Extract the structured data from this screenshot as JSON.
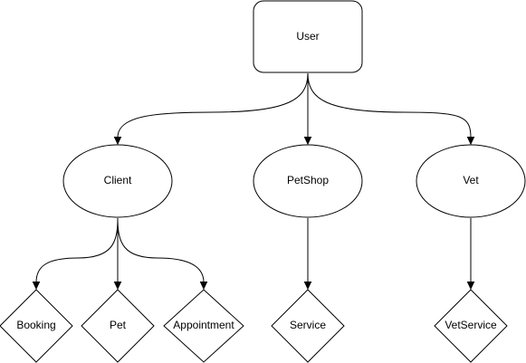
{
  "diagram": {
    "nodes": {
      "user": {
        "label": "User",
        "shape": "rounded-rectangle"
      },
      "client": {
        "label": "Client",
        "shape": "ellipse"
      },
      "petshop": {
        "label": "PetShop",
        "shape": "ellipse"
      },
      "vet": {
        "label": "Vet",
        "shape": "ellipse"
      },
      "booking": {
        "label": "Booking",
        "shape": "diamond"
      },
      "pet": {
        "label": "Pet",
        "shape": "diamond"
      },
      "appointment": {
        "label": "Appointment",
        "shape": "diamond"
      },
      "service": {
        "label": "Service",
        "shape": "diamond"
      },
      "vetservice": {
        "label": "VetService",
        "shape": "diamond"
      }
    },
    "edges": [
      {
        "from": "user",
        "to": "client"
      },
      {
        "from": "user",
        "to": "petshop"
      },
      {
        "from": "user",
        "to": "vet"
      },
      {
        "from": "client",
        "to": "booking"
      },
      {
        "from": "client",
        "to": "pet"
      },
      {
        "from": "client",
        "to": "appointment"
      },
      {
        "from": "petshop",
        "to": "service"
      },
      {
        "from": "vet",
        "to": "vetservice"
      }
    ],
    "colors": {
      "stroke": "#000000",
      "fill": "#ffffff",
      "text": "#000000"
    }
  }
}
